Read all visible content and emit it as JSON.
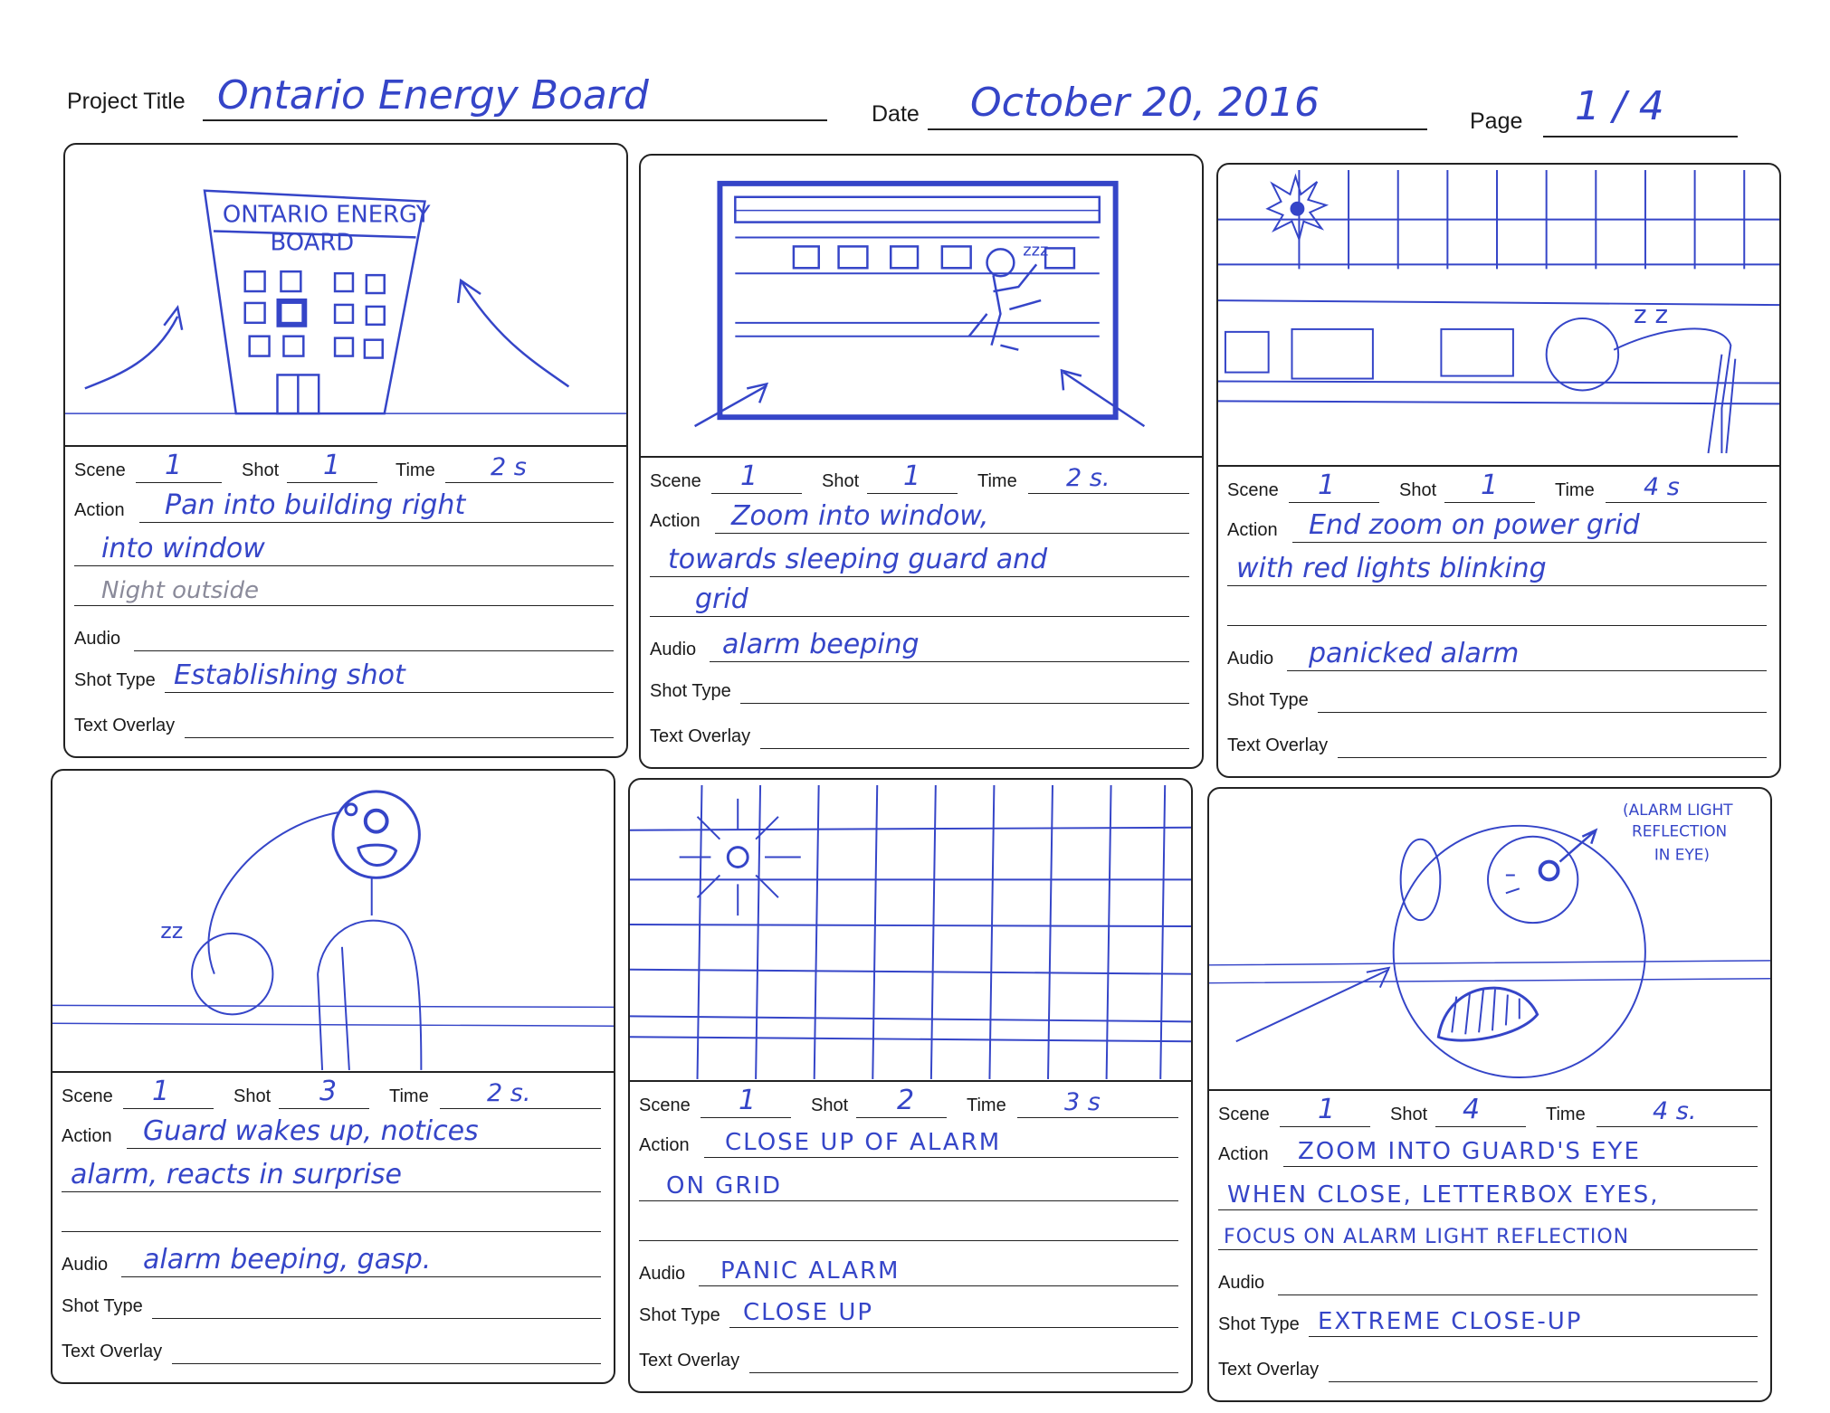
{
  "header": {
    "project_title_label": "Project Title",
    "project_title_value": "Ontario Energy Board",
    "date_label": "Date",
    "date_value": "October 20, 2016",
    "page_label": "Page",
    "page_value": "1 / 4"
  },
  "labels": {
    "scene": "Scene",
    "shot": "Shot",
    "time": "Time",
    "action": "Action",
    "audio": "Audio",
    "shot_type": "Shot Type",
    "text_overlay": "Text Overlay"
  },
  "panels": [
    {
      "scene": "1",
      "shot": "1",
      "time": "2 s",
      "action": [
        "Pan into building right",
        "into window",
        "Night outside"
      ],
      "audio": "",
      "shot_type": "Establishing shot",
      "text_overlay": "",
      "sketch_text": [
        "ONTARIO ENERGY",
        "BOARD"
      ]
    },
    {
      "scene": "1",
      "shot": "1",
      "time": "2 s.",
      "action": [
        "Zoom into window,",
        "towards sleeping guard and",
        "grid"
      ],
      "audio": "alarm beeping",
      "shot_type": "",
      "text_overlay": "",
      "sketch_text": [
        "zzz"
      ]
    },
    {
      "scene": "1",
      "shot": "1",
      "time": "4 s",
      "action": [
        "End zoom on power grid",
        "with red lights blinking",
        ""
      ],
      "audio": "panicked alarm",
      "shot_type": "",
      "text_overlay": "",
      "sketch_text": [
        "z z"
      ]
    },
    {
      "scene": "1",
      "shot": "3",
      "time": "2 s.",
      "action": [
        "Guard wakes up, notices",
        "alarm, reacts in surprise",
        ""
      ],
      "audio": "alarm beeping, gasp.",
      "shot_type": "",
      "text_overlay": "",
      "sketch_text": [
        "zz"
      ]
    },
    {
      "scene": "1",
      "shot": "2",
      "time": "3 s",
      "action": [
        "CLOSE UP OF ALARM",
        "ON GRID",
        ""
      ],
      "audio": "PANIC ALARM",
      "shot_type": "CLOSE UP",
      "text_overlay": "",
      "sketch_text": []
    },
    {
      "scene": "1",
      "shot": "4",
      "time": "4 s.",
      "action": [
        "ZOOM INTO GUARD'S EYE",
        "WHEN CLOSE, LETTERBOX EYES,",
        "FOCUS ON ALARM LIGHT REFLECTION"
      ],
      "audio": "",
      "shot_type": "EXTREME CLOSE-UP",
      "text_overlay": "",
      "sketch_text": [
        "(ALARM LIGHT",
        "REFLECTION",
        "IN EYE)"
      ]
    }
  ],
  "colors": {
    "ink": "#3545c8",
    "pencil": "#8a8a9a",
    "print": "#1a1a1a"
  }
}
